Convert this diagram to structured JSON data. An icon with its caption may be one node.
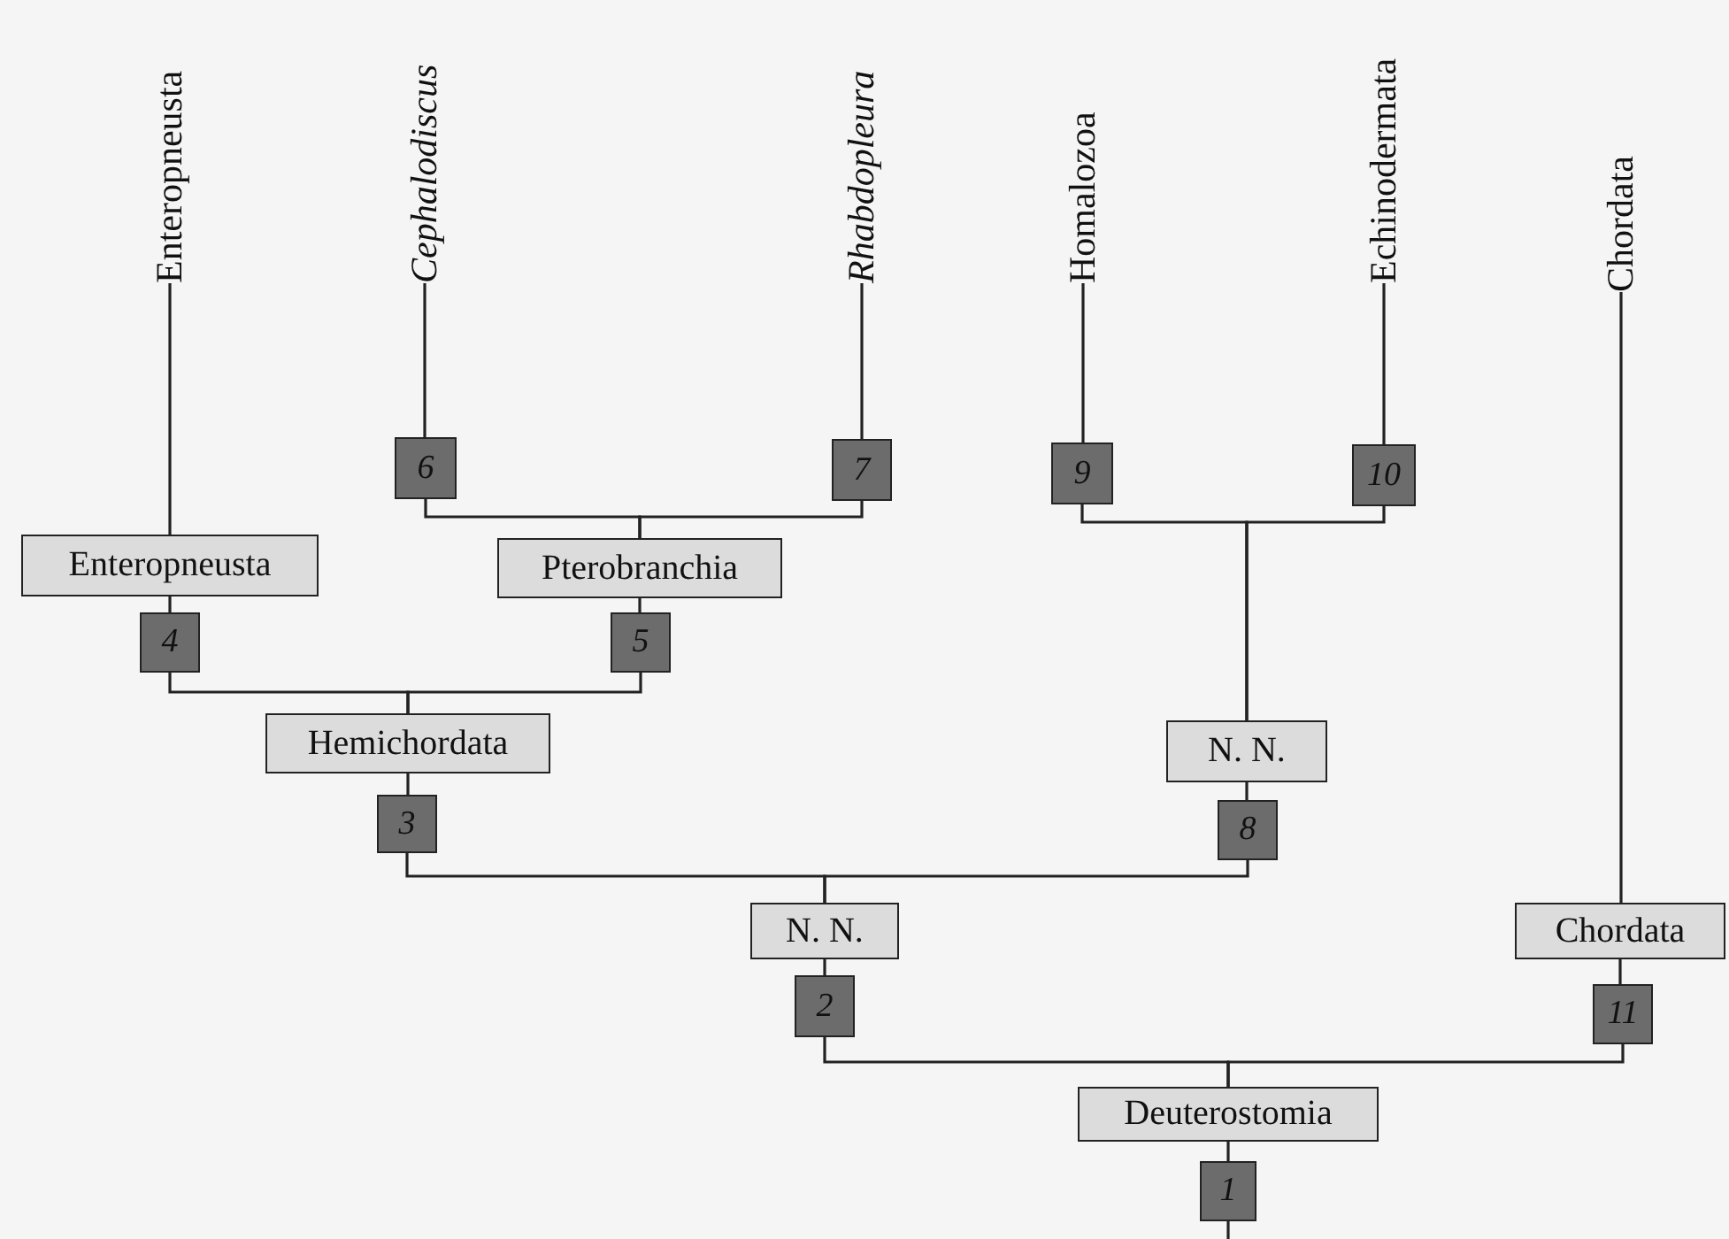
{
  "diagram": {
    "nodes": [
      {
        "text": [
          "Enteropneusta"
        ]
      },
      {
        "text": [
          "Cephalodiscus"
        ]
      },
      {
        "text": [
          "Rhabdopleura"
        ]
      },
      {
        "text": [
          "Homalozoa"
        ]
      },
      {
        "text": [
          "Echinodermata"
        ]
      },
      {
        "text": [
          "Chordata"
        ]
      },
      {
        "text": [
          "6"
        ]
      },
      {
        "text": [
          "7"
        ]
      },
      {
        "text": [
          "9"
        ]
      },
      {
        "text": [
          "10"
        ]
      },
      {
        "text": [
          "Enteropneusta"
        ]
      },
      {
        "text": [
          "Pterobranchia"
        ]
      },
      {
        "text": [
          "4"
        ]
      },
      {
        "text": [
          "5"
        ]
      },
      {
        "text": [
          "Hemichordata"
        ]
      },
      {
        "text": [
          "3"
        ]
      },
      {
        "text": [
          "N. N."
        ]
      },
      {
        "text": [
          "8"
        ]
      },
      {
        "text": [
          "N. N."
        ]
      },
      {
        "text": [
          "2"
        ]
      },
      {
        "text": [
          "Chordata"
        ]
      },
      {
        "text": [
          "11"
        ]
      },
      {
        "text": [
          "Deuterostomia"
        ]
      },
      {
        "text": [
          "1"
        ]
      }
    ],
    "edges": [
      {
        "from": 0,
        "to": 10,
        "arrow": "none"
      },
      {
        "from": 1,
        "to": 6,
        "arrow": "none"
      },
      {
        "from": 2,
        "to": 7,
        "arrow": "none"
      },
      {
        "from": 3,
        "to": 8,
        "arrow": "none"
      },
      {
        "from": 4,
        "to": 9,
        "arrow": "none"
      },
      {
        "from": 5,
        "to": 20,
        "arrow": "none"
      },
      {
        "from": 6,
        "to": 11,
        "arrow": "none"
      },
      {
        "from": 7,
        "to": 11,
        "arrow": "none"
      },
      {
        "from": 8,
        "to": 16,
        "arrow": "none"
      },
      {
        "from": 9,
        "to": 16,
        "arrow": "none"
      },
      {
        "from": 10,
        "to": 12,
        "arrow": "none"
      },
      {
        "from": 11,
        "to": 13,
        "arrow": "none"
      },
      {
        "from": 12,
        "to": 14,
        "arrow": "none"
      },
      {
        "from": 13,
        "to": 14,
        "arrow": "none"
      },
      {
        "from": 14,
        "to": 15,
        "arrow": "none"
      },
      {
        "from": 16,
        "to": 17,
        "arrow": "none"
      },
      {
        "from": 15,
        "to": 18,
        "arrow": "none"
      },
      {
        "from": 17,
        "to": 18,
        "arrow": "none"
      },
      {
        "from": 18,
        "to": 19,
        "arrow": "none"
      },
      {
        "from": 20,
        "to": 21,
        "arrow": "none"
      },
      {
        "from": 19,
        "to": 22,
        "arrow": "none"
      },
      {
        "from": 21,
        "to": 22,
        "arrow": "none"
      },
      {
        "from": 22,
        "to": 23,
        "arrow": "none"
      },
      {
        "from": 23,
        "to": null,
        "arrow": "none"
      }
    ]
  }
}
